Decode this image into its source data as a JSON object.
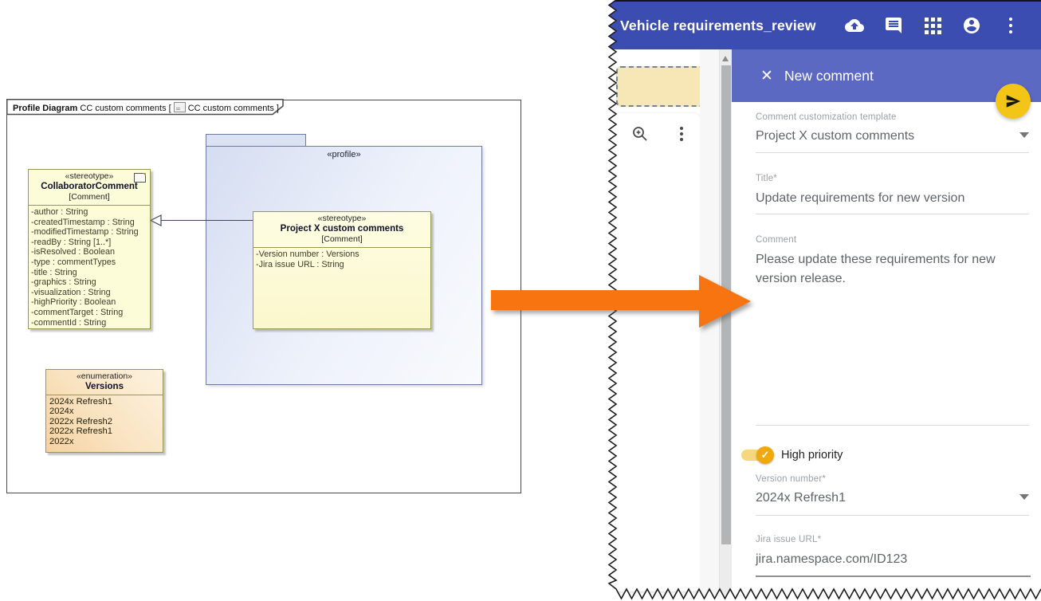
{
  "diagram": {
    "frame_tab": {
      "kind": "Profile Diagram",
      "name": "CC custom comments [",
      "icon": "diagram-icon",
      "ref": "CC custom comments ]"
    },
    "profile_package": {
      "stereotype": "«profile»"
    },
    "collaborator": {
      "stereotype": "«stereotype»",
      "name": "CollaboratorComment",
      "metaclass": "[Comment]",
      "icon": "note-icon",
      "attributes": [
        "-author : String",
        "-createdTimestamp : String",
        "-modifiedTimestamp : String",
        "-readBy : String [1..*]",
        "-isResolved : Boolean",
        "-type : commentTypes",
        "-title : String",
        "-graphics : String",
        "-visualization : String",
        "-highPriority : Boolean",
        "-commentTarget : String",
        "-commentId : String"
      ]
    },
    "projectx": {
      "stereotype": "«stereotype»",
      "name": "Project X custom comments",
      "metaclass": "[Comment]",
      "attributes": [
        "-Version number : Versions",
        "-Jira issue URL : String"
      ]
    },
    "versions": {
      "stereotype": "«enumeration»",
      "name": "Versions",
      "literals": [
        "2024x Refresh1",
        "2024x",
        "2022x Refresh2",
        "2022x Refresh1",
        "2022x"
      ]
    }
  },
  "app": {
    "title": "Vehicle requirements_review",
    "header_icons": [
      "cloud-upload-icon",
      "comment-icon",
      "apps-grid-icon",
      "account-icon",
      "more-vert-icon"
    ],
    "left_tools": [
      "zoom-in-icon",
      "more-vert-icon"
    ],
    "panel": {
      "title": "New comment",
      "close_icon": "✕",
      "send_icon": "send-icon",
      "fields": [
        {
          "label": "Comment customization template",
          "value": "Project X custom comments",
          "dropdown": true
        },
        {
          "label": "Title*",
          "value": "Update requirements for new version",
          "dropdown": false
        },
        {
          "label": "Comment",
          "value": "Please update these requirements for new version release.",
          "dropdown": false
        }
      ],
      "toggle": {
        "label": "High priority",
        "state": "on",
        "check": "✓"
      },
      "fields2": [
        {
          "label": "Version number*",
          "value": "2024x Refresh1",
          "dropdown": true
        },
        {
          "label": "Jira issue URL*",
          "value": "jira.namespace.com/ID123",
          "dropdown": false
        }
      ]
    }
  },
  "colors": {
    "topbar": "#3C4DB2",
    "panel_header": "#5B69C3",
    "fab_yellow": "#F2C516",
    "toggle_amber": "#F0A90B",
    "arrow_orange": "#F87410",
    "sticky_fill": "#F7E7B7",
    "uml_yellow": "#FDFCD8",
    "package_blue": "#DBE2F4",
    "enum_peach": "#F5D2A2"
  }
}
